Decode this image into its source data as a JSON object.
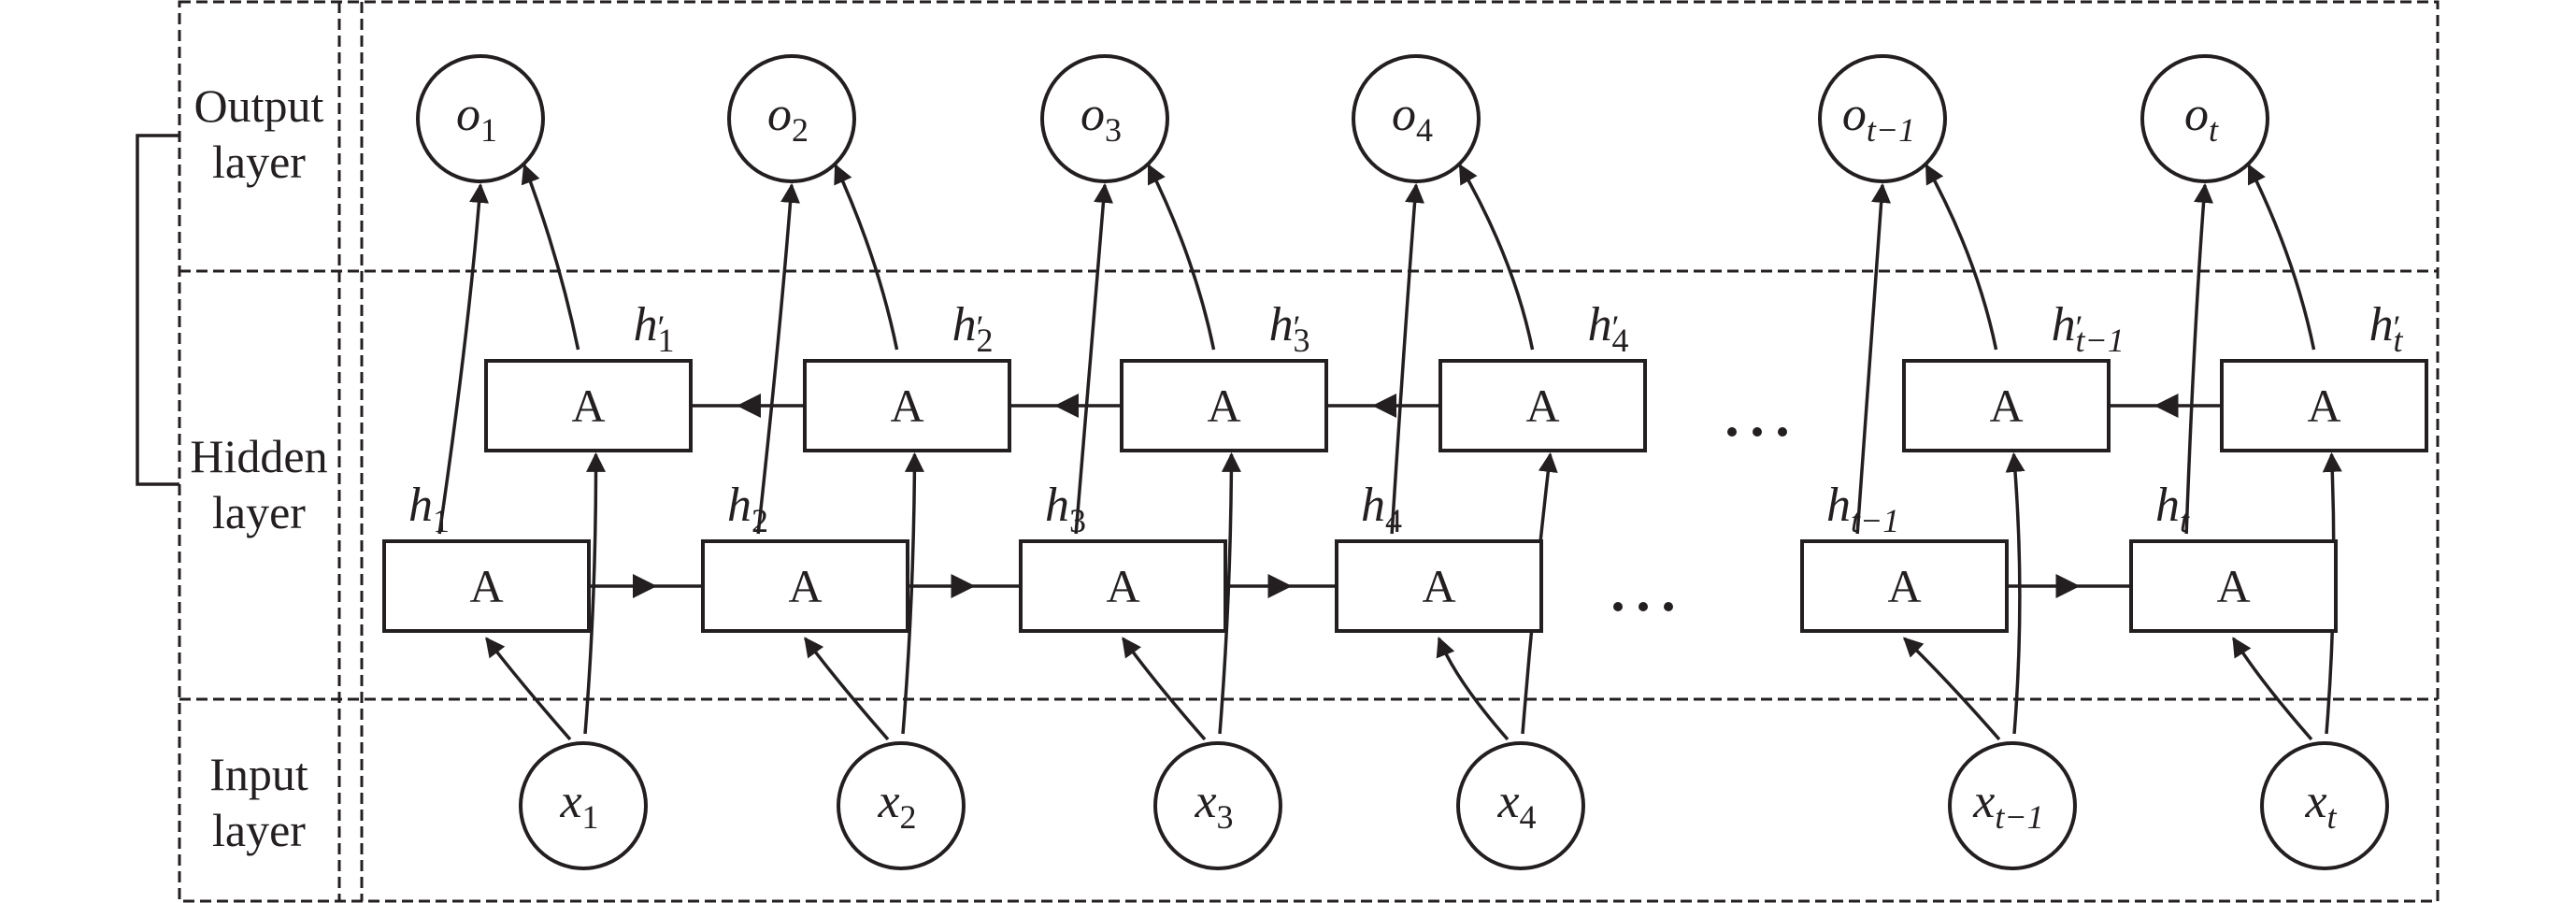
{
  "title": "Bidirectional RNN structure",
  "colors": {
    "ink": "#231f20",
    "background": "#ffffff"
  },
  "layers": {
    "output": {
      "line1": "Output",
      "line2": "layer"
    },
    "hidden": {
      "line1": "Hidden",
      "line2": "layer"
    },
    "input": {
      "line1": "Input",
      "line2": "layer"
    }
  },
  "cell_label": "A",
  "ellipsis": "...",
  "timesteps": [
    {
      "output": {
        "base": "o",
        "sub": "1"
      },
      "input": {
        "base": "x",
        "sub": "1"
      },
      "forward": {
        "base": "h",
        "sub": "1",
        "prime": false
      },
      "backward": {
        "base": "h",
        "sub": "1",
        "prime": true
      }
    },
    {
      "output": {
        "base": "o",
        "sub": "2"
      },
      "input": {
        "base": "x",
        "sub": "2"
      },
      "forward": {
        "base": "h",
        "sub": "2",
        "prime": false
      },
      "backward": {
        "base": "h",
        "sub": "2",
        "prime": true
      }
    },
    {
      "output": {
        "base": "o",
        "sub": "3"
      },
      "input": {
        "base": "x",
        "sub": "3"
      },
      "forward": {
        "base": "h",
        "sub": "3",
        "prime": false
      },
      "backward": {
        "base": "h",
        "sub": "3",
        "prime": true
      }
    },
    {
      "output": {
        "base": "o",
        "sub": "4"
      },
      "input": {
        "base": "x",
        "sub": "4"
      },
      "forward": {
        "base": "h",
        "sub": "4",
        "prime": false
      },
      "backward": {
        "base": "h",
        "sub": "4",
        "prime": true
      }
    },
    {
      "output": {
        "base": "o",
        "sub": "t−1"
      },
      "input": {
        "base": "x",
        "sub": "t−1"
      },
      "forward": {
        "base": "h",
        "sub": "t−1",
        "prime": false
      },
      "backward": {
        "base": "h",
        "sub": "t−1",
        "prime": true
      }
    },
    {
      "output": {
        "base": "o",
        "sub": "t"
      },
      "input": {
        "base": "x",
        "sub": "t"
      },
      "forward": {
        "base": "h",
        "sub": "t",
        "prime": false
      },
      "backward": {
        "base": "h",
        "sub": "t",
        "prime": true
      }
    }
  ],
  "connections": {
    "forward_direction": "left-to-right",
    "backward_direction": "right-to-left",
    "gap_after_index": 3
  }
}
